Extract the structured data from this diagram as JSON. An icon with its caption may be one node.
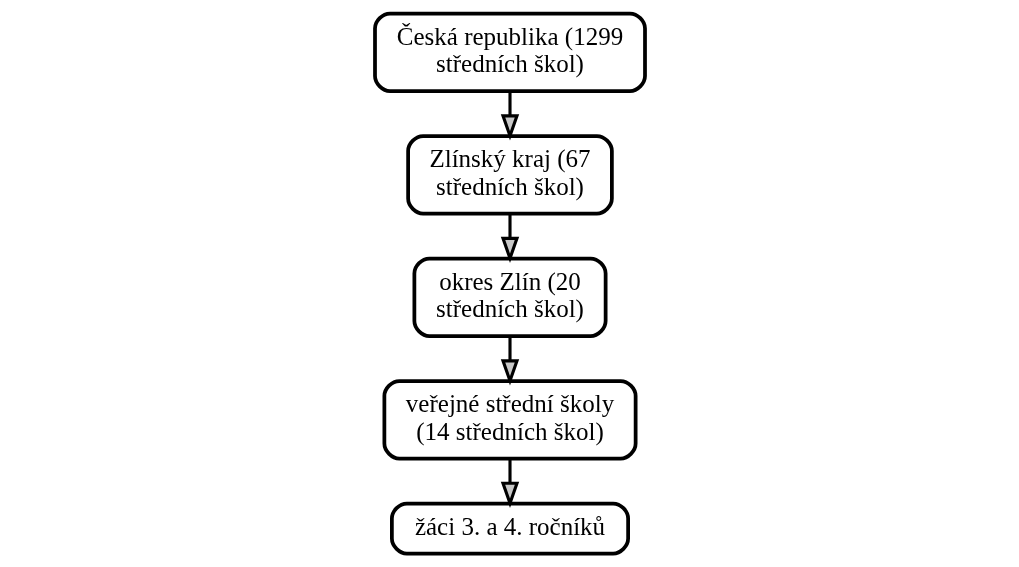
{
  "diagram": {
    "nodes": [
      {
        "text": [
          "Česká republika (1299 středních škol)"
        ]
      },
      {
        "text": [
          "Zlínský kraj (67 středních škol)"
        ]
      },
      {
        "text": [
          "okres Zlín (20 středních škol)"
        ]
      },
      {
        "text": [
          "veřejné střední školy (14 středních škol)"
        ]
      },
      {
        "text": [
          "žáci 3. a 4. ročníků"
        ]
      }
    ],
    "edges": [
      {
        "from": 0,
        "to": 1,
        "arrow": "to"
      },
      {
        "from": 1,
        "to": 2,
        "arrow": "to"
      },
      {
        "from": 2,
        "to": 3,
        "arrow": "to"
      },
      {
        "from": 3,
        "to": 4,
        "arrow": "to"
      }
    ]
  }
}
